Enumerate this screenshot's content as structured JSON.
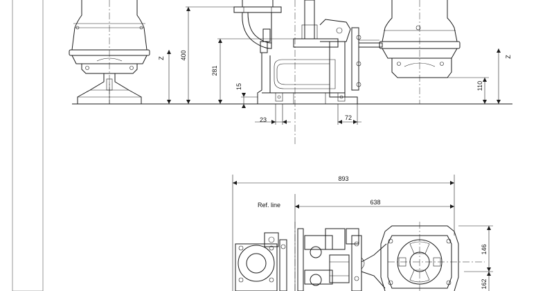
{
  "labels": {
    "z_left": "Z",
    "z_right": "Z",
    "d400": "400",
    "d281": "281",
    "d15": "15",
    "d110": "110",
    "d23": "23",
    "d72": "72",
    "d893": "893",
    "d638": "638",
    "d146": "146",
    "d162": "162",
    "ref_line": "Ref. line"
  }
}
